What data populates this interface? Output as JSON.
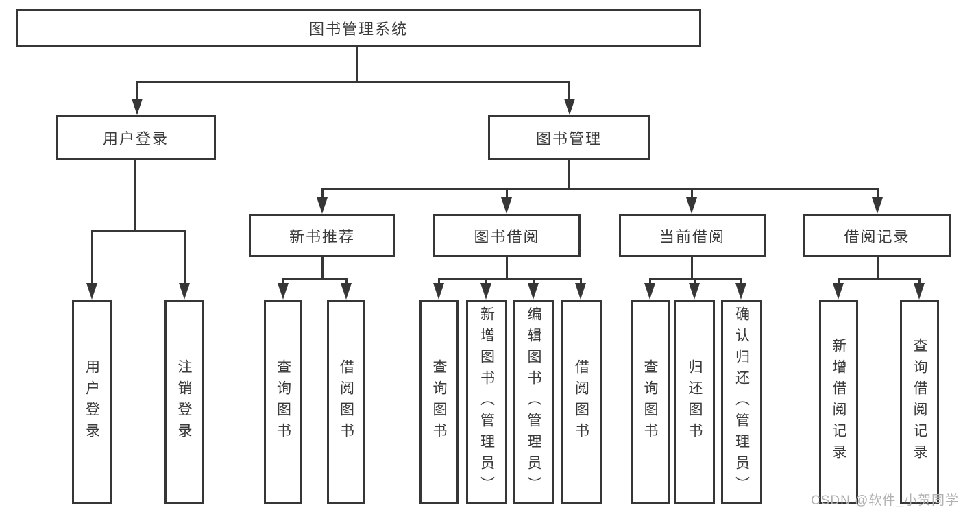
{
  "diagram": {
    "type": "tree-structure-chart",
    "colors": {
      "line": "#363636",
      "text": "#3a3a3a",
      "box_background": "#ffffff",
      "page_background": "#ffffff",
      "watermark": "#b0b0b2"
    },
    "root": {
      "label": "图书管理系统"
    },
    "level2": {
      "user_login": {
        "label": "用户登录"
      },
      "book_mgmt": {
        "label": "图书管理"
      }
    },
    "level3": {
      "new_rec": {
        "label": "新书推荐"
      },
      "book_borrow": {
        "label": "图书借阅"
      },
      "cur_borrow": {
        "label": "当前借阅"
      },
      "borrow_rec": {
        "label": "借阅记录"
      }
    },
    "leaves": {
      "login": {
        "label": "用户登录",
        "parent": "用户登录"
      },
      "logout": {
        "label": "注销登录",
        "parent": "用户登录"
      },
      "rec_query": {
        "label": "查询图书",
        "parent": "新书推荐"
      },
      "rec_borrow": {
        "label": "借阅图书",
        "parent": "新书推荐"
      },
      "bb_query": {
        "label": "查询图书",
        "parent": "图书借阅"
      },
      "bb_add": {
        "label": "新增图书（管理员）",
        "parent": "图书借阅"
      },
      "bb_edit": {
        "label": "编辑图书（管理员）",
        "parent": "图书借阅"
      },
      "bb_borrow": {
        "label": "借阅图书",
        "parent": "图书借阅"
      },
      "cb_query": {
        "label": "查询图书",
        "parent": "当前借阅"
      },
      "cb_return": {
        "label": "归还图书",
        "parent": "当前借阅"
      },
      "cb_confirm": {
        "label": "确认归还（管理员）",
        "parent": "当前借阅"
      },
      "br_add": {
        "label": "新增借阅记录",
        "parent": "借阅记录"
      },
      "br_query": {
        "label": "查询借阅记录",
        "parent": "借阅记录"
      }
    },
    "watermark": "CSDN @软件_小贺同学"
  }
}
